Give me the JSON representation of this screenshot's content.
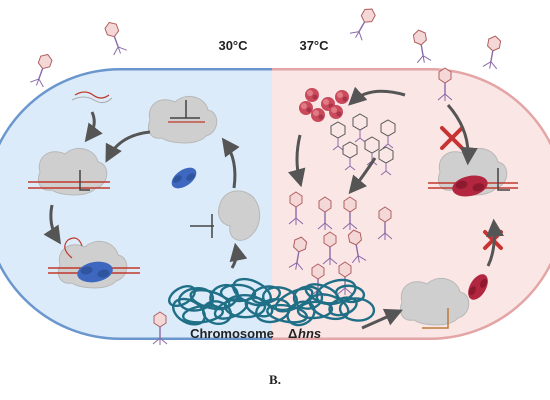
{
  "labels": {
    "temp_low": "30°C",
    "temp_high": "37°C",
    "chromosome": "Chromosome",
    "delta": "Δ",
    "gene": "hns",
    "panel": "B."
  },
  "colors": {
    "left_fill": "#dcebfa",
    "left_border": "#6b97cf",
    "right_fill": "#fbe6e6",
    "right_border": "#e3a5a5",
    "dna": "#1f6f86",
    "blue_protein": "#3e68c0",
    "red_protein": "#b3263f",
    "arrow": "#555555",
    "cross": "#c73333",
    "complex": "#c8c8c8",
    "rna_red": "#c0392b"
  },
  "icons": [
    "phage-icon",
    "crispr-complex-icon",
    "cas-protein-icon",
    "rna-hairpin-icon",
    "cross-icon",
    "chromosome-icon"
  ]
}
